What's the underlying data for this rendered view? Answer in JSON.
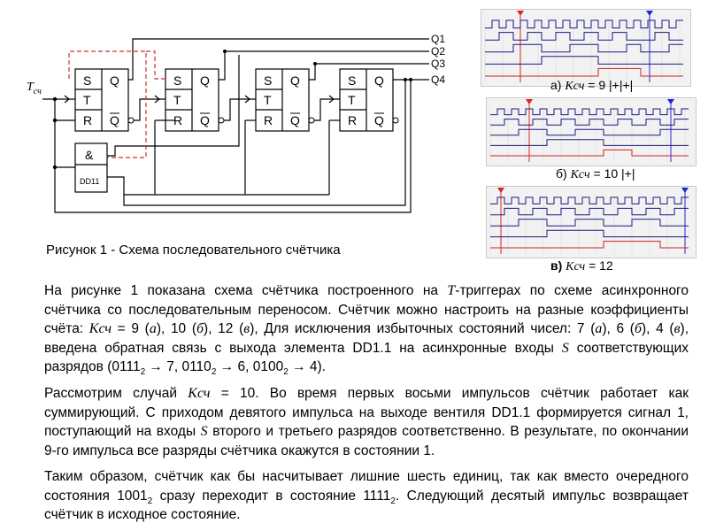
{
  "schematic": {
    "input_label": "T",
    "input_label_sub": "сч",
    "flipflops": [
      {
        "s": "S",
        "t": "T",
        "r": "R",
        "q": "Q",
        "qn": "Q"
      },
      {
        "s": "S",
        "t": "T",
        "r": "R",
        "q": "Q",
        "qn": "Q"
      },
      {
        "s": "S",
        "t": "T",
        "r": "R",
        "q": "Q",
        "qn": "Q"
      },
      {
        "s": "S",
        "t": "T",
        "r": "R",
        "q": "Q",
        "qn": "Q"
      }
    ],
    "gate": {
      "symbol": "&",
      "label": "DD11"
    },
    "outputs": [
      "Q1",
      "Q2",
      "Q3",
      "Q4"
    ]
  },
  "figure_caption": "Рисунок 1 - Схема последовательного счётчика",
  "oscillograms": [
    {
      "letter": "а)",
      "k_label": "Kсч",
      "value_text": "= 9 |+|+|"
    },
    {
      "letter": "б)",
      "k_label": "Kсч",
      "value_text": "= 10 |+|"
    },
    {
      "letter": "в)",
      "k_label": "Kсч",
      "value_text": "= 12"
    }
  ],
  "paragraphs": {
    "p1": {
      "a": "На рисунке 1 показана схема счётчика построенного на ",
      "b": "T",
      "c": "-триггерах по схеме асинхронного счётчика со последовательным переносом. Счётчик можно настроить на разные коэффициенты счёта: ",
      "d": "Kсч",
      "e": " = 9 (",
      "f": "а",
      "g": "), 10 (",
      "h": "б",
      "i": "), 12 (",
      "j": "в",
      "k": "), Для исключения избыточных состояний чисел: 7 (",
      "l": "а",
      "m": "), 6 (",
      "n": "б",
      "o": "), 4 (",
      "p": "в",
      "q": "), введена обратная связь с выхода элемента DD1.1 на асинхронные входы ",
      "r": "S",
      "s": " соответствующих разрядов (0111",
      "sub1": "2",
      "t": " → 7, 0110",
      "sub2": "2",
      "u": " → 6, 0100",
      "sub3": "2",
      "v": " → 4)."
    },
    "p2": {
      "a": "Рассмотрим случай ",
      "b": "Kсч",
      "c": " = 10. Во время первых восьми импульсов счётчик работает как суммирующий. С приходом девятого импульса на выходе вентиля DD1.1 формируется сигнал 1, поступающий на входы ",
      "d": "S",
      "e": " второго и третьего разрядов соответственно. В результате, по окончании 9-го импульса все разряды счётчика окажутся в состоянии 1."
    },
    "p3": {
      "a": "Таким образом, счётчик как бы насчитывает лишние шесть единиц, так как вместо очередного состояния 1001",
      "sub1": "2",
      "b": " сразу переходит в состояние 1111",
      "sub2": "2",
      "c": ". Следующий десятый импульс возвращает счётчик в исходное состояние."
    }
  }
}
